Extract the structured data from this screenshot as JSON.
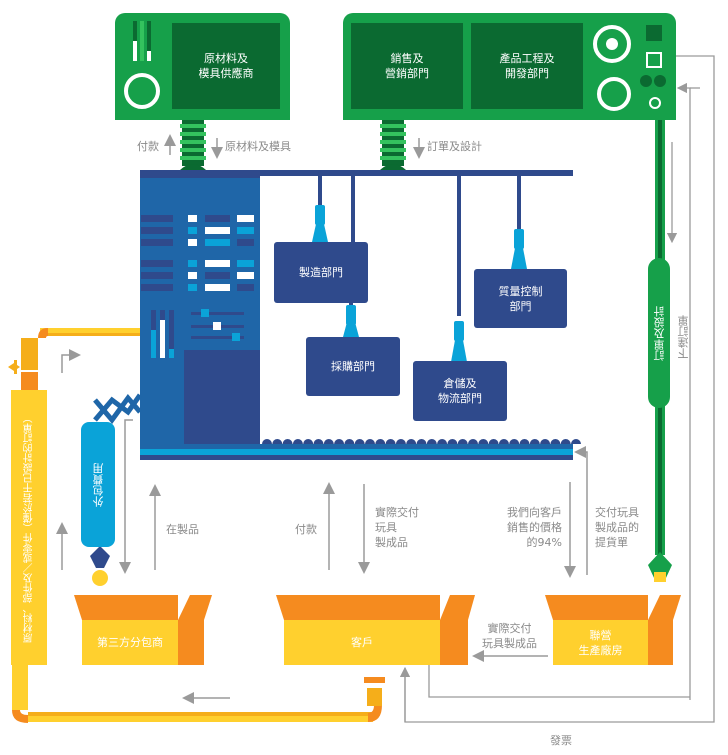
{
  "diagram": {
    "supplier_panel": {
      "label_line1": "原材料及",
      "label_line2": "模具供應商"
    },
    "sales_panel": {
      "label_line1": "銷售及",
      "label_line2": "營銷部門"
    },
    "engineering_panel": {
      "label_line1": "產品工程及",
      "label_line2": "開發部門"
    },
    "departments": [
      {
        "label_line1": "製造部門",
        "label_line2": ""
      },
      {
        "label_line1": "採購部門",
        "label_line2": ""
      },
      {
        "label_line1": "倉儲及",
        "label_line2": "物流部門"
      },
      {
        "label_line1": "質量控制",
        "label_line2": "部門"
      }
    ],
    "boxes": {
      "subcontractor": {
        "label": "第三方分包商"
      },
      "customer": {
        "label": "客戶"
      },
      "factory": {
        "label_line1": "聯營",
        "label_line2": "生產廠房"
      }
    },
    "flows": {
      "payment_to_supplier": "付款",
      "materials_and_molds": "原材料及模具",
      "orders_and_designs_top": "訂單及設計",
      "orders_and_designs_pipe": "訂單及設計",
      "place_orders": "下達訂單",
      "outsourcing_fee": "外包費用",
      "raw_materials_pipe": "原材料、部件及／或零件（僅於若干已設計的訂單）",
      "work_in_progress": "在製品",
      "payment_from_customer": "付款",
      "delivered_products_line1": "實際交付",
      "delivered_products_line2": "玩具",
      "delivered_products_line3": "製成品",
      "price_line1": "我們向客戶",
      "price_line2": "銷售的價格",
      "price_line3": "的94%",
      "bill_of_lading_line1": "交付玩具",
      "bill_of_lading_line2": "製成品的",
      "bill_of_lading_line3": "提貨單",
      "factory_delivery_line1": "實際交付",
      "factory_delivery_line2": "玩具製成品",
      "invoice": "發票"
    },
    "colors": {
      "green": "#16a04a",
      "dark_green": "#0b6a31",
      "navy": "#2f4a8c",
      "blue": "#1f66a8",
      "cyan": "#0aa3d8",
      "yellow": "#ffd02e",
      "orange": "#f58b1f",
      "arrow_gray": "#9a9a9a"
    }
  }
}
